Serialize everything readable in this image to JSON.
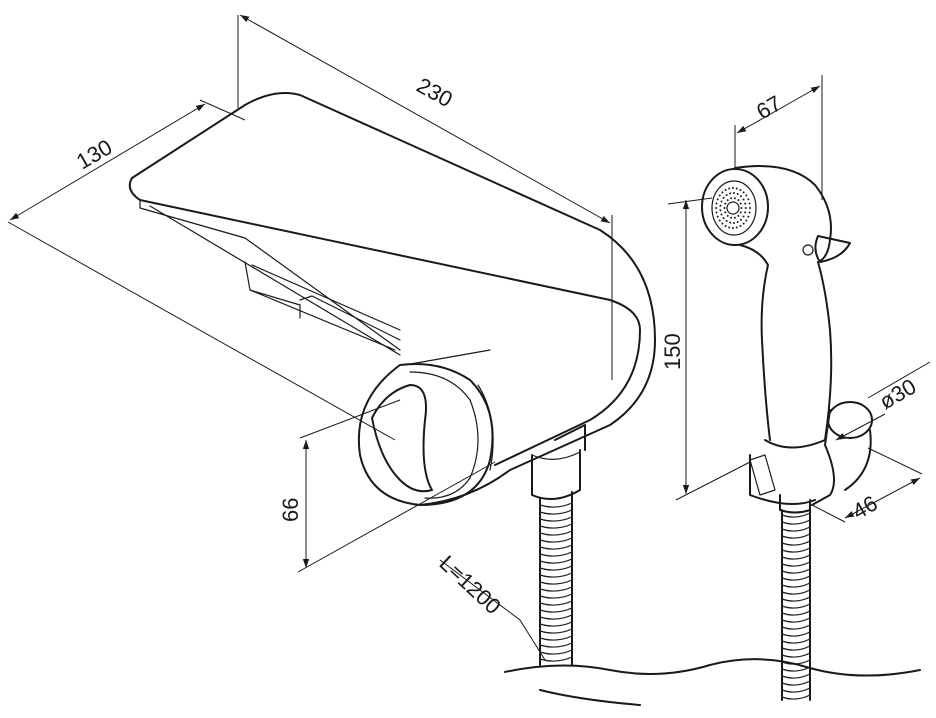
{
  "dimensions": {
    "depth": "130",
    "length": "230",
    "height": "66",
    "hose_length": "L=1200",
    "handle_width": "67",
    "handle_height": "150",
    "holder_diameter": "ø30",
    "holder_width": "46"
  },
  "colors": {
    "line": "#1a1a1a",
    "background": "#ffffff"
  }
}
